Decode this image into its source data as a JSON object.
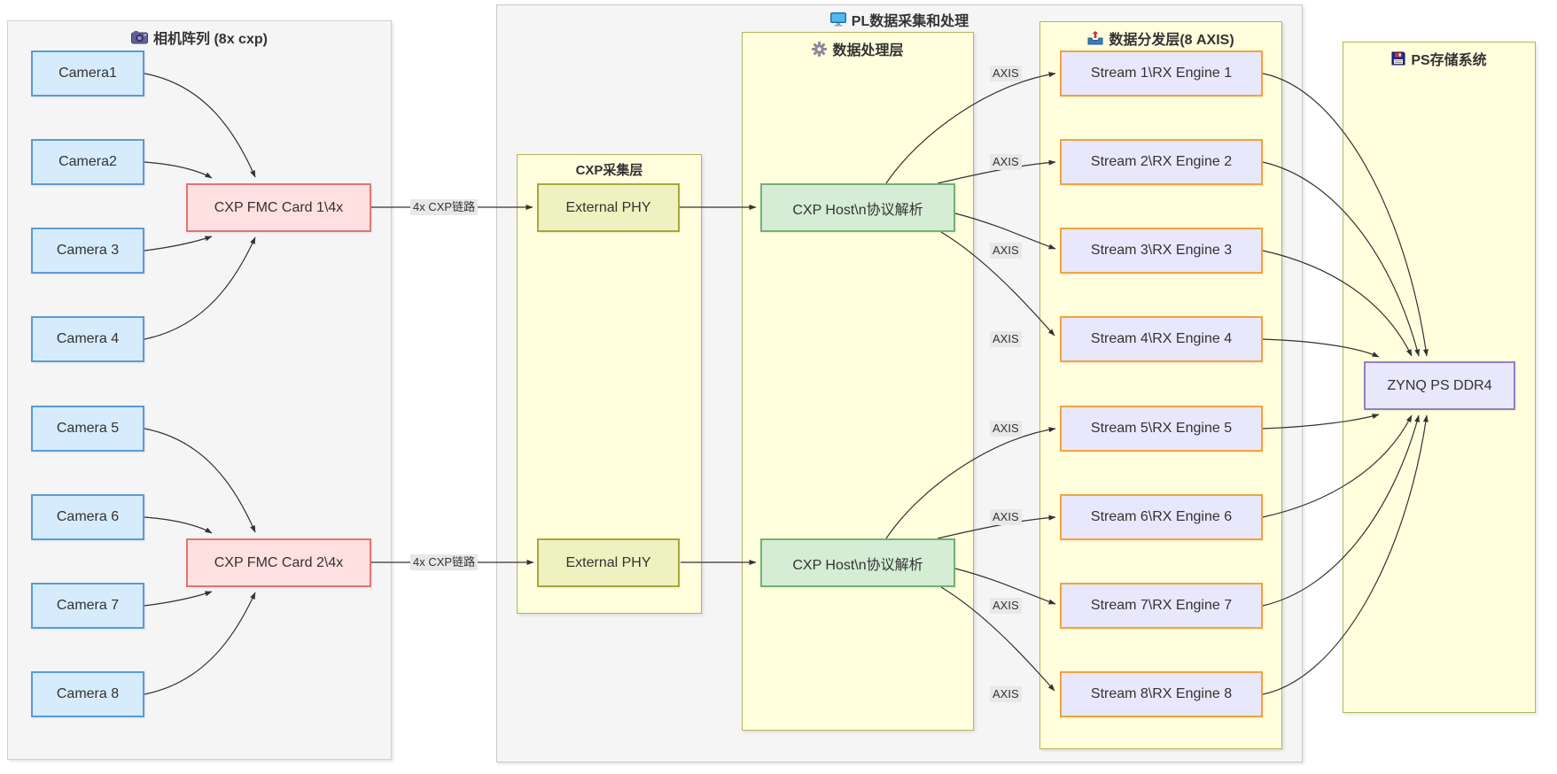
{
  "containers": {
    "camera_array": {
      "title": "相机阵列 (8x cxp)",
      "icon": "camera-icon"
    },
    "pl": {
      "title": "PL数据采集和处理",
      "icon": "monitor-icon"
    },
    "cxp_layer": {
      "title": "CXP采集层"
    },
    "proc_layer": {
      "title": "数据处理层",
      "icon": "gear-icon"
    },
    "dist_layer": {
      "title": "数据分发层(8 AXIS)",
      "icon": "distribute-icon"
    },
    "ps": {
      "title": "PS存储系统",
      "icon": "floppy-icon"
    }
  },
  "nodes": {
    "cameras": [
      "Camera1",
      "Camera2",
      "Camera 3",
      "Camera 4",
      "Camera 5",
      "Camera 6",
      "Camera 7",
      "Camera 8"
    ],
    "fmc_cards": [
      "CXP FMC Card 1\\4x",
      "CXP FMC Card 2\\4x"
    ],
    "phys": [
      "External PHY",
      "External PHY"
    ],
    "hosts": [
      "CXP Host\\n协议解析",
      "CXP Host\\n协议解析"
    ],
    "streams": [
      "Stream 1\\RX Engine 1",
      "Stream 2\\RX Engine 2",
      "Stream 3\\RX Engine 3",
      "Stream 4\\RX Engine 4",
      "Stream 5\\RX Engine 5",
      "Stream 6\\RX Engine 6",
      "Stream 7\\RX Engine 7",
      "Stream 8\\RX Engine 8"
    ],
    "ddr": "ZYNQ PS DDR4"
  },
  "edge_labels": {
    "cxp_link": "4x CXP链路",
    "axis": "AXIS"
  },
  "colors": {
    "edge": "#333333",
    "gray_container_fill": "#f5f5f5",
    "yellow_container_fill": "#ffffde",
    "yellow_container_border": "#b4b45f",
    "camera_fill": "#d6ebfb",
    "camera_border": "#5b9bd5",
    "fmc_fill": "#ffe0e0",
    "fmc_border": "#e57373",
    "phy_fill": "#eef2c0",
    "phy_border": "#a2a93c",
    "host_fill": "#d5ecd5",
    "host_border": "#72b172",
    "stream_fill": "#e9e7fb",
    "stream_border": "#f0a43c",
    "ddr_fill": "#e9e7fb",
    "ddr_border": "#9180c4",
    "edge_label_bg": "#e8e8e8"
  }
}
